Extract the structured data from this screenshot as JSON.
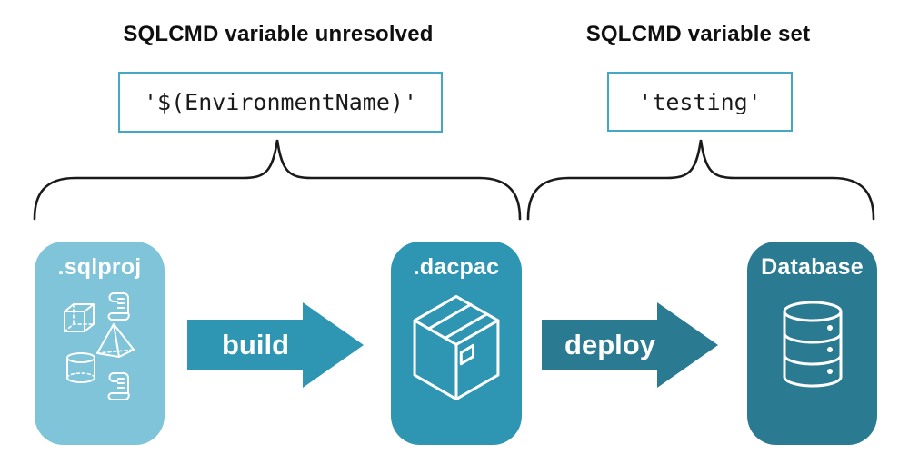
{
  "annotations": {
    "left": {
      "heading": "SQLCMD variable unresolved",
      "code": "'$(EnvironmentName)'"
    },
    "right": {
      "heading": "SQLCMD variable set",
      "code": "'testing'"
    }
  },
  "pipeline": {
    "nodes": [
      {
        "label": ".sqlproj",
        "icon": "sql-objects-icon",
        "color": "#7FC4D8"
      },
      {
        "label": ".dacpac",
        "icon": "package-box-icon",
        "color": "#2E96B3"
      },
      {
        "label": "Database",
        "icon": "database-cylinder-icon",
        "color": "#2A7A91"
      }
    ],
    "arrows": [
      {
        "label": "build",
        "color": "#2E96B3"
      },
      {
        "label": "deploy",
        "color": "#2A7A91"
      }
    ]
  },
  "colors": {
    "background": "#FFFFFF",
    "heading_text": "#0F0F0F",
    "code_text": "#1A1A1A",
    "code_box_border": "#45A7C3",
    "brace_stroke": "#1A1A1A",
    "icon_stroke": "#FFFFFF"
  }
}
